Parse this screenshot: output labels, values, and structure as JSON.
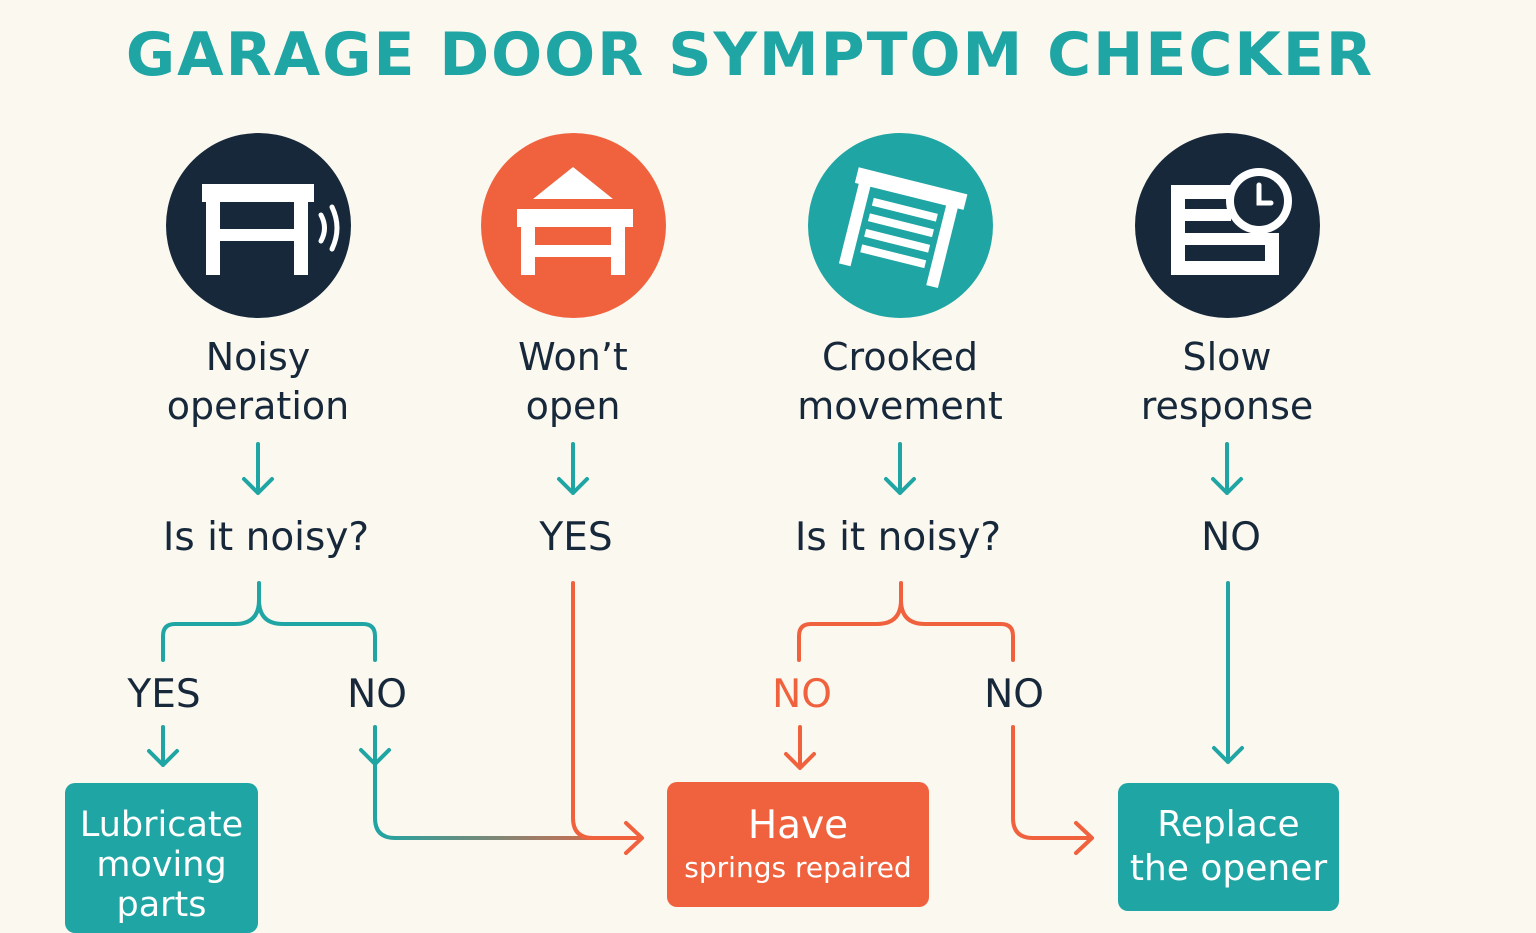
{
  "title": "GARAGE DOOR SYMPTOM CHECKER",
  "colors": {
    "teal": "#1fa5a3",
    "orange": "#f0623e",
    "navy": "#16283a",
    "background": "#fbf8f0"
  },
  "symptoms": [
    {
      "icon": "noisy-garage-door-icon",
      "line1": "Noisy",
      "line2": "operation",
      "question": "Is it noisy?"
    },
    {
      "icon": "garage-wont-open-icon",
      "line1": "Won’t",
      "line2": "open",
      "question": "YES"
    },
    {
      "icon": "crooked-garage-door-icon",
      "line1": "Crooked",
      "line2": "movement",
      "question": "Is it noisy?"
    },
    {
      "icon": "slow-response-clock-icon",
      "line1": "Slow",
      "line2": "response",
      "question": "NO"
    }
  ],
  "branches": {
    "noisy_yes": "YES",
    "noisy_no": "NO",
    "crooked_no_left": "NO",
    "crooked_no_right": "NO"
  },
  "actions": {
    "lubricate": {
      "line1": "Lubricate",
      "line2": "moving",
      "line3": "parts"
    },
    "springs": {
      "line1": "Have",
      "line2": "springs repaired"
    },
    "opener": {
      "line1": "Replace",
      "line2": "the opener"
    }
  }
}
